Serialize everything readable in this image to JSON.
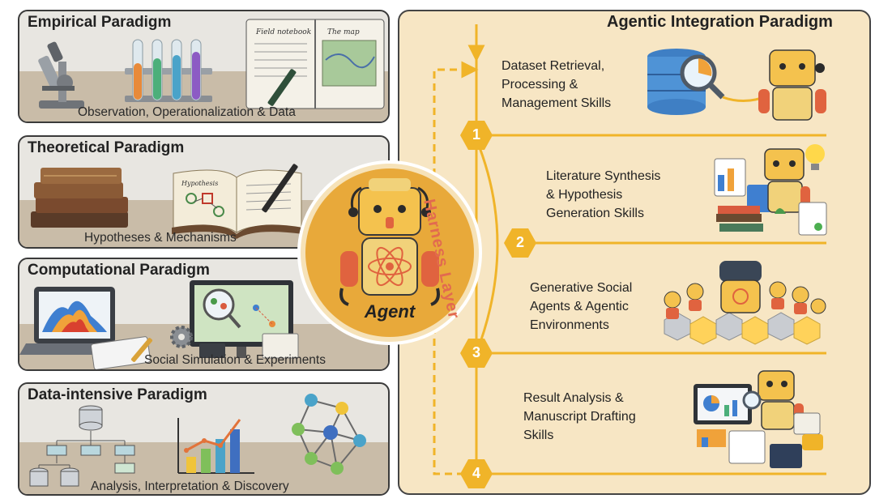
{
  "colors": {
    "panel_bg": "#e8e6e1",
    "ground": "#c9bca8",
    "right_bg": "#f7e6c4",
    "accent_gold": "#f0b429",
    "harness_red": "#e26a4f",
    "robot_body": "#f4c24e",
    "robot_arm": "#e0633f"
  },
  "paradigms": [
    {
      "title": "Empirical Paradigm",
      "caption": "Observation, Operationalization & Data",
      "notebook_left": "Field notebook",
      "notebook_right": "The map"
    },
    {
      "title": "Theoretical Paradigm",
      "caption": "Hypotheses & Mechanisms",
      "book_heading": "Hypothesis"
    },
    {
      "title": "Computational Paradigm",
      "caption": "Social Simulation & Experiments"
    },
    {
      "title": "Data-intensive Paradigm",
      "caption": "Analysis, Interpretation & Discovery"
    }
  ],
  "agent": {
    "label": "Agent"
  },
  "harness": {
    "label": "Harness Layer"
  },
  "integration": {
    "title": "Agentic Integration Paradigm",
    "steps": [
      {
        "number": "1",
        "lines": [
          "Dataset Retrieval,",
          "Processing &",
          "Management Skills"
        ]
      },
      {
        "number": "2",
        "lines": [
          "Literature Synthesis",
          "& Hypothesis",
          "Generation Skills"
        ]
      },
      {
        "number": "3",
        "lines": [
          "Generative Social",
          "Agents & Agentic",
          "Environments"
        ]
      },
      {
        "number": "4",
        "lines": [
          "Result Analysis &",
          "Manuscript Drafting",
          "Skills"
        ]
      }
    ]
  }
}
